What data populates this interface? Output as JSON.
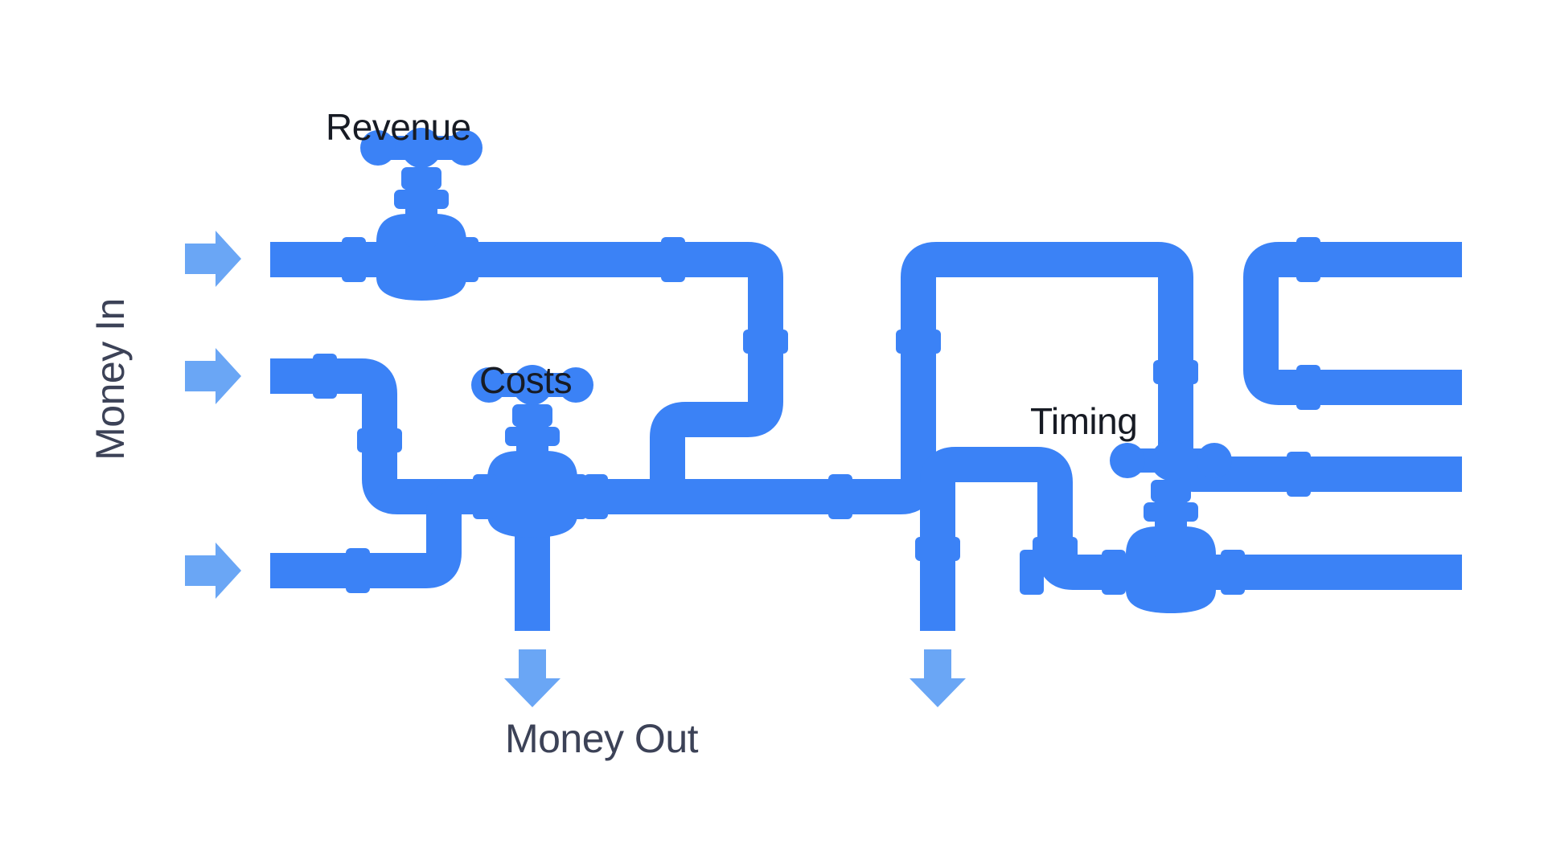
{
  "diagram": {
    "title_alt": "Money flow plumbing diagram",
    "background_color": "#ffffff",
    "pipe_color": "#3b82f6",
    "arrow_color": "#6aa6f5",
    "valve_label_color": "#171b24",
    "flow_label_color": "#3c4257"
  },
  "labels": {
    "money_in": "Money In",
    "money_out": "Money Out",
    "valves": [
      {
        "id": "revenue",
        "text": "Revenue"
      },
      {
        "id": "costs",
        "text": "Costs"
      },
      {
        "id": "timing",
        "text": "Timing"
      }
    ]
  },
  "inflows": [
    {
      "id": "inflow-1",
      "label": "Money In"
    },
    {
      "id": "inflow-2",
      "label": "Money In"
    },
    {
      "id": "inflow-3",
      "label": "Money In"
    }
  ],
  "outflows": [
    {
      "id": "outflow-1",
      "label": "Money Out"
    },
    {
      "id": "outflow-2",
      "label": "Money Out"
    }
  ],
  "icons": {
    "inflow_arrow": "arrow-right-icon",
    "outflow_arrow": "arrow-down-icon",
    "valve_handle": "valve-handle-icon",
    "pipe_coupling": "pipe-coupling-icon"
  }
}
